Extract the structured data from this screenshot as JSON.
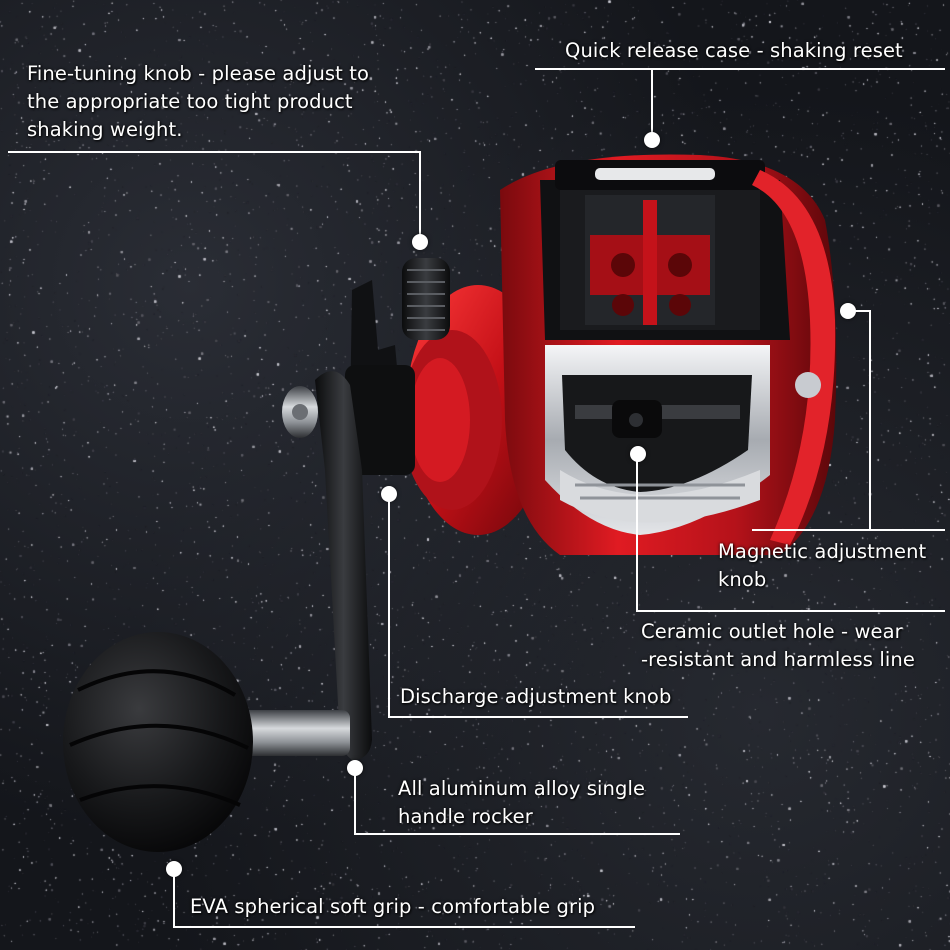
{
  "image": {
    "background": "dark black sand",
    "subject": "red and silver baitcasting fishing reel with black handle and EVA ball grip",
    "colors": {
      "reel_red": "#c4121a",
      "reel_silver": "#cfd2d6",
      "handle_black": "#121314",
      "annotation": "#ffffff"
    }
  },
  "annotations": {
    "fine_tuning": {
      "lines": [
        "Fine-tuning knob - please adjust to",
        "the appropriate too tight product",
        "shaking weight."
      ]
    },
    "quick_release": {
      "lines": [
        "Quick release case - shaking reset"
      ]
    },
    "magnetic": {
      "lines": [
        "Magnetic adjustment",
        "knob"
      ]
    },
    "ceramic": {
      "lines": [
        "Ceramic outlet hole - wear",
        "-resistant and harmless line"
      ]
    },
    "discharge": {
      "lines": [
        "Discharge adjustment knob"
      ]
    },
    "aluminum": {
      "lines": [
        "All aluminum alloy single",
        "handle rocker"
      ]
    },
    "eva": {
      "lines": [
        "EVA spherical soft grip - comfortable grip"
      ]
    }
  }
}
